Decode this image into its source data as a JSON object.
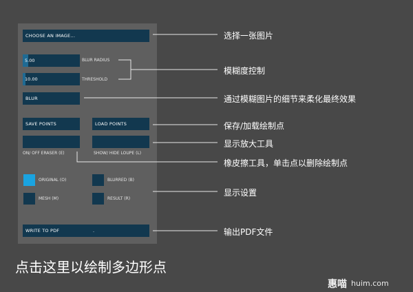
{
  "panel": {
    "choose_image": "CHOOSE AN IMAGE...",
    "blur_radius": {
      "value": "5.00",
      "label": "BLUR RADIUS",
      "fill": 0.1
    },
    "threshold": {
      "value": "10.00",
      "label": "THRESHOLD",
      "fill": 0.04
    },
    "blur_button": "BLUR",
    "save_points": "SAVE POINTS",
    "load_points": "LOAD POINTS",
    "eraser_toggle_label": "ON/ OFF ERASER (E)",
    "loupe_toggle_label": "SHOW/ HIDE LOUPE (L)",
    "display": {
      "original": {
        "label": "ORIGINAL (O)",
        "checked": true
      },
      "blurred": {
        "label": "BLURRED (B)",
        "checked": false
      },
      "mesh": {
        "label": "MESH (M)",
        "checked": false
      },
      "result": {
        "label": "RESULT (R)",
        "checked": false
      }
    },
    "write_pdf": "WRITE TO PDF",
    "write_pdf_dot": "."
  },
  "annotations": {
    "choose_image": "选择一张图片",
    "blur_controls": "模糊度控制",
    "blur_button": "通过模糊图片的细节来柔化最终效果",
    "save_load": "保存/加载绘制点",
    "loupe": "显示放大工具",
    "eraser": "橡皮擦工具，单击点以删除绘制点",
    "display": "显示设置",
    "pdf": "输出PDF文件"
  },
  "bottom_caption": "点击这里以绘制多边形点",
  "watermark": {
    "brand": "惠喵",
    "url": "huim.com"
  },
  "colors": {
    "background": "#484848",
    "panel": "#5f5f5f",
    "control": "#12384f",
    "accent": "#1aa3e0"
  }
}
